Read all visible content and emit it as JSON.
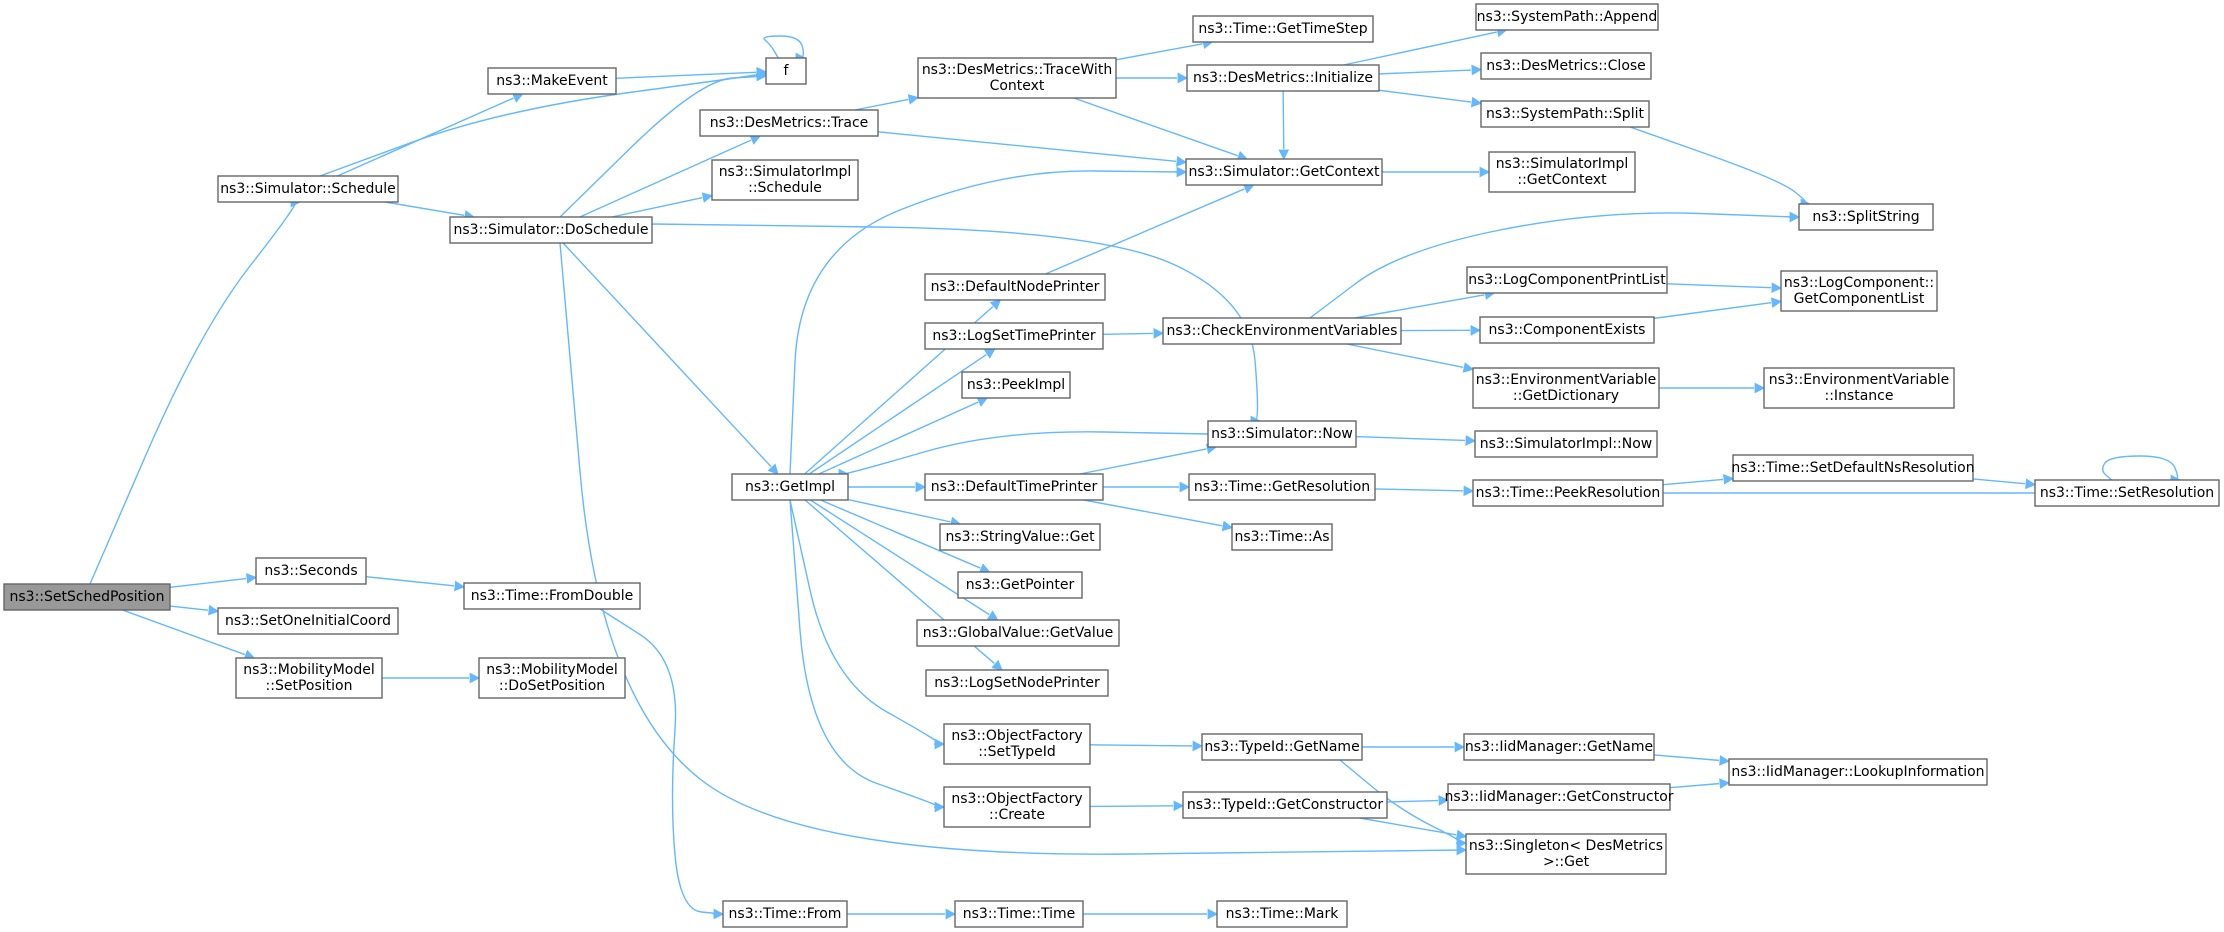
{
  "diagram": {
    "edge_color": "#63b8ff",
    "node_border_color": "#666666",
    "root_fill_color": "#999999",
    "nodes": [
      {
        "id": "setschedposition",
        "lines": [
          "ns3::SetSchedPosition"
        ],
        "root": true
      },
      {
        "id": "sim_schedule",
        "lines": [
          "ns3::Simulator::Schedule"
        ]
      },
      {
        "id": "makeevent",
        "lines": [
          "ns3::MakeEvent"
        ]
      },
      {
        "id": "f",
        "lines": [
          "f"
        ]
      },
      {
        "id": "sim_doschedule",
        "lines": [
          "ns3::Simulator::DoSchedule"
        ]
      },
      {
        "id": "desm_trace",
        "lines": [
          "ns3::DesMetrics::Trace"
        ]
      },
      {
        "id": "simimpl_schedule",
        "lines": [
          "ns3::SimulatorImpl",
          "::Schedule"
        ]
      },
      {
        "id": "desm_tracewithcontext",
        "lines": [
          "ns3::DesMetrics::TraceWith",
          "Context"
        ]
      },
      {
        "id": "time_gettimestep",
        "lines": [
          "ns3::Time::GetTimeStep"
        ]
      },
      {
        "id": "desm_initialize",
        "lines": [
          "ns3::DesMetrics::Initialize"
        ]
      },
      {
        "id": "syspath_append",
        "lines": [
          "ns3::SystemPath::Append"
        ]
      },
      {
        "id": "desm_close",
        "lines": [
          "ns3::DesMetrics::Close"
        ]
      },
      {
        "id": "syspath_split",
        "lines": [
          "ns3::SystemPath::Split"
        ]
      },
      {
        "id": "sim_getcontext",
        "lines": [
          "ns3::Simulator::GetContext"
        ]
      },
      {
        "id": "simimpl_getcontext",
        "lines": [
          "ns3::SimulatorImpl",
          "::GetContext"
        ]
      },
      {
        "id": "splitstring",
        "lines": [
          "ns3::SplitString"
        ]
      },
      {
        "id": "defaultnodeprinter",
        "lines": [
          "ns3::DefaultNodePrinter"
        ]
      },
      {
        "id": "logsettimeprinter",
        "lines": [
          "ns3::LogSetTimePrinter"
        ]
      },
      {
        "id": "checkenvvars",
        "lines": [
          "ns3::CheckEnvironmentVariables"
        ]
      },
      {
        "id": "logcomponentprintlist",
        "lines": [
          "ns3::LogComponentPrintList"
        ]
      },
      {
        "id": "logcomponent_getlist",
        "lines": [
          "ns3::LogComponent::",
          "GetComponentList"
        ]
      },
      {
        "id": "componentexists",
        "lines": [
          "ns3::ComponentExists"
        ]
      },
      {
        "id": "envvar_getdictionary",
        "lines": [
          "ns3::EnvironmentVariable",
          "::GetDictionary"
        ]
      },
      {
        "id": "envvar_instance",
        "lines": [
          "ns3::EnvironmentVariable",
          "::Instance"
        ]
      },
      {
        "id": "peekimpl",
        "lines": [
          "ns3::PeekImpl"
        ]
      },
      {
        "id": "sim_now",
        "lines": [
          "ns3::Simulator::Now"
        ]
      },
      {
        "id": "simimpl_now",
        "lines": [
          "ns3::SimulatorImpl::Now"
        ]
      },
      {
        "id": "getimpl",
        "lines": [
          "ns3::GetImpl"
        ]
      },
      {
        "id": "defaulttimeprinter",
        "lines": [
          "ns3::DefaultTimePrinter"
        ]
      },
      {
        "id": "time_getresolution",
        "lines": [
          "ns3::Time::GetResolution"
        ]
      },
      {
        "id": "time_peekresolution",
        "lines": [
          "ns3::Time::PeekResolution"
        ]
      },
      {
        "id": "time_setdefaultns",
        "lines": [
          "ns3::Time::SetDefaultNsResolution"
        ]
      },
      {
        "id": "time_setresolution",
        "lines": [
          "ns3::Time::SetResolution"
        ]
      },
      {
        "id": "time_as",
        "lines": [
          "ns3::Time::As"
        ]
      },
      {
        "id": "stringvalue_get",
        "lines": [
          "ns3::StringValue::Get"
        ]
      },
      {
        "id": "getpointer",
        "lines": [
          "ns3::GetPointer"
        ]
      },
      {
        "id": "globalvalue_getvalue",
        "lines": [
          "ns3::GlobalValue::GetValue"
        ]
      },
      {
        "id": "logsetnodeprinter",
        "lines": [
          "ns3::LogSetNodePrinter"
        ]
      },
      {
        "id": "objfactory_settypeid",
        "lines": [
          "ns3::ObjectFactory",
          "::SetTypeId"
        ]
      },
      {
        "id": "typeid_getname",
        "lines": [
          "ns3::TypeId::GetName"
        ]
      },
      {
        "id": "iidmanager_getname",
        "lines": [
          "ns3::IidManager::GetName"
        ]
      },
      {
        "id": "iidmanager_lookup",
        "lines": [
          "ns3::IidManager::LookupInformation"
        ]
      },
      {
        "id": "objfactory_create",
        "lines": [
          "ns3::ObjectFactory",
          "::Create"
        ]
      },
      {
        "id": "typeid_getconstructor",
        "lines": [
          "ns3::TypeId::GetConstructor"
        ]
      },
      {
        "id": "iidmanager_getconstructor",
        "lines": [
          "ns3::IidManager::GetConstructor"
        ]
      },
      {
        "id": "singleton_get",
        "lines": [
          "ns3::Singleton< DesMetrics",
          " >::Get"
        ]
      },
      {
        "id": "seconds",
        "lines": [
          "ns3::Seconds"
        ]
      },
      {
        "id": "time_fromdouble",
        "lines": [
          "ns3::Time::FromDouble"
        ]
      },
      {
        "id": "setoneinitialcoord",
        "lines": [
          "ns3::SetOneInitialCoord"
        ]
      },
      {
        "id": "mobility_setposition",
        "lines": [
          "ns3::MobilityModel",
          "::SetPosition"
        ]
      },
      {
        "id": "mobility_dosetposition",
        "lines": [
          "ns3::MobilityModel",
          "::DoSetPosition"
        ]
      },
      {
        "id": "time_from",
        "lines": [
          "ns3::Time::From"
        ]
      },
      {
        "id": "time_time",
        "lines": [
          "ns3::Time::Time"
        ]
      },
      {
        "id": "time_mark",
        "lines": [
          "ns3::Time::Mark"
        ]
      }
    ]
  }
}
